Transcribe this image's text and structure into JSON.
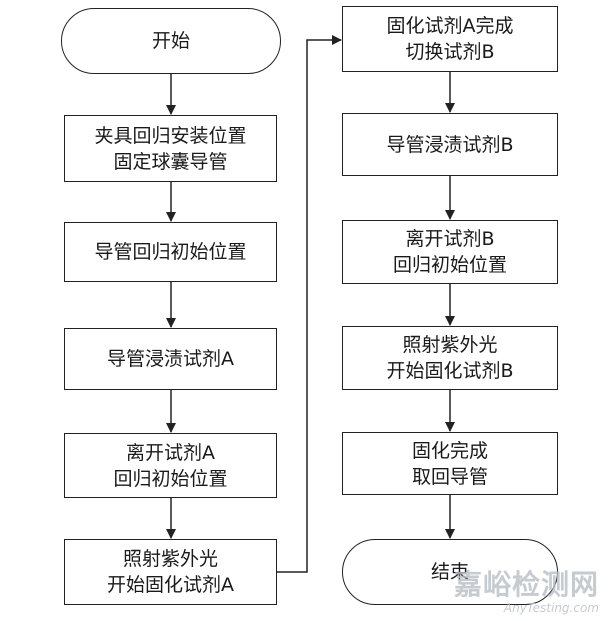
{
  "flowchart": {
    "start": "开始",
    "left_steps": [
      "夹具回归安装位置\n固定球囊导管",
      "导管回归初始位置",
      "导管浸渍试剂A",
      "离开试剂A\n回归初始位置",
      "照射紫外光\n开始固化试剂A"
    ],
    "right_steps": [
      "固化试剂A完成\n切换试剂B",
      "导管浸渍试剂B",
      "离开试剂B\n回归初始位置",
      "照射紫外光\n开始固化试剂B",
      "固化完成\n取回导管"
    ],
    "end": "结束"
  },
  "watermark": {
    "main": "嘉峪检测网",
    "sub": "AnyTesting.com"
  },
  "colors": {
    "line": "#222222",
    "watermark": "#b8bfc8"
  }
}
